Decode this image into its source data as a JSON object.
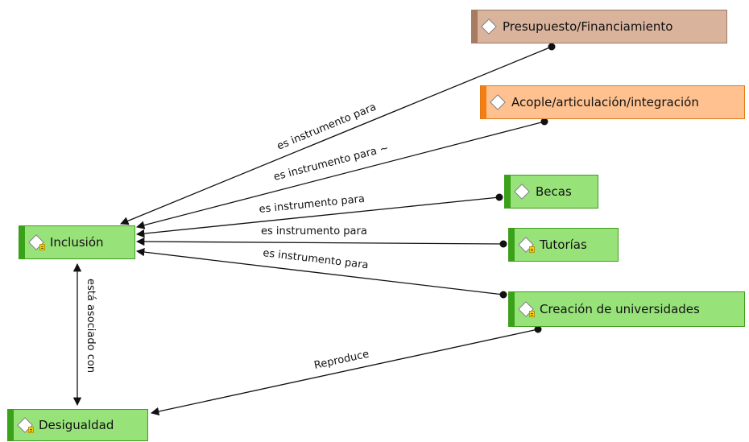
{
  "nodes": {
    "presupuesto": "Presupuesto/Financiamiento",
    "acople": "Acople/articulación/integración",
    "becas": "Becas",
    "inclusion": "Inclusión",
    "tutorias": "Tutorías",
    "creacion": "Creación de universidades",
    "desigualdad": "Desigualdad"
  },
  "relations": {
    "presupuesto_inclusion": "es instrumento para",
    "acople_inclusion": "es instrumento para ~",
    "becas_inclusion": "es instrumento para",
    "tutorias_inclusion": "es instrumento para",
    "creacion_inclusion": "es instrumento para",
    "creacion_desigualdad": "Reproduce",
    "inclusion_desigualdad": "está asociado con"
  },
  "colors": {
    "code_green": "#98e27a",
    "code_brown": "#d9b39c",
    "code_orange": "#ffc18f"
  },
  "icons": {
    "node_marker": "diamond-icon",
    "memo_marker": "memo-note-icon"
  }
}
